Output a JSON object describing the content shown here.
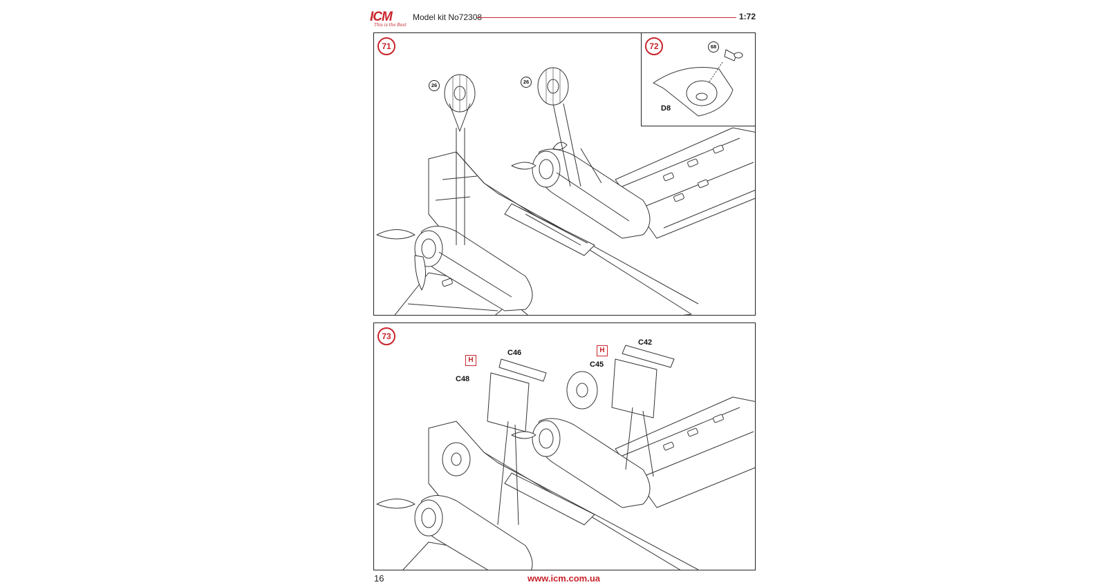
{
  "header": {
    "logo_text": "ICM",
    "logo_tagline": "This is the Best",
    "model_kit": "Model kit No72308",
    "scale": "1:72"
  },
  "steps": [
    {
      "number": "71",
      "parts": [
        "26",
        "26"
      ]
    },
    {
      "number": "72",
      "parts": [
        "68"
      ],
      "labels": [
        "D8"
      ]
    },
    {
      "number": "73",
      "labels": [
        "C46",
        "C48",
        "C42",
        "C45"
      ],
      "markers": [
        "H",
        "H"
      ]
    }
  ],
  "footer": {
    "page_number": "16",
    "url": "www.icm.com.ua"
  },
  "colors": {
    "accent": "#c8242b",
    "line": "#222222"
  }
}
